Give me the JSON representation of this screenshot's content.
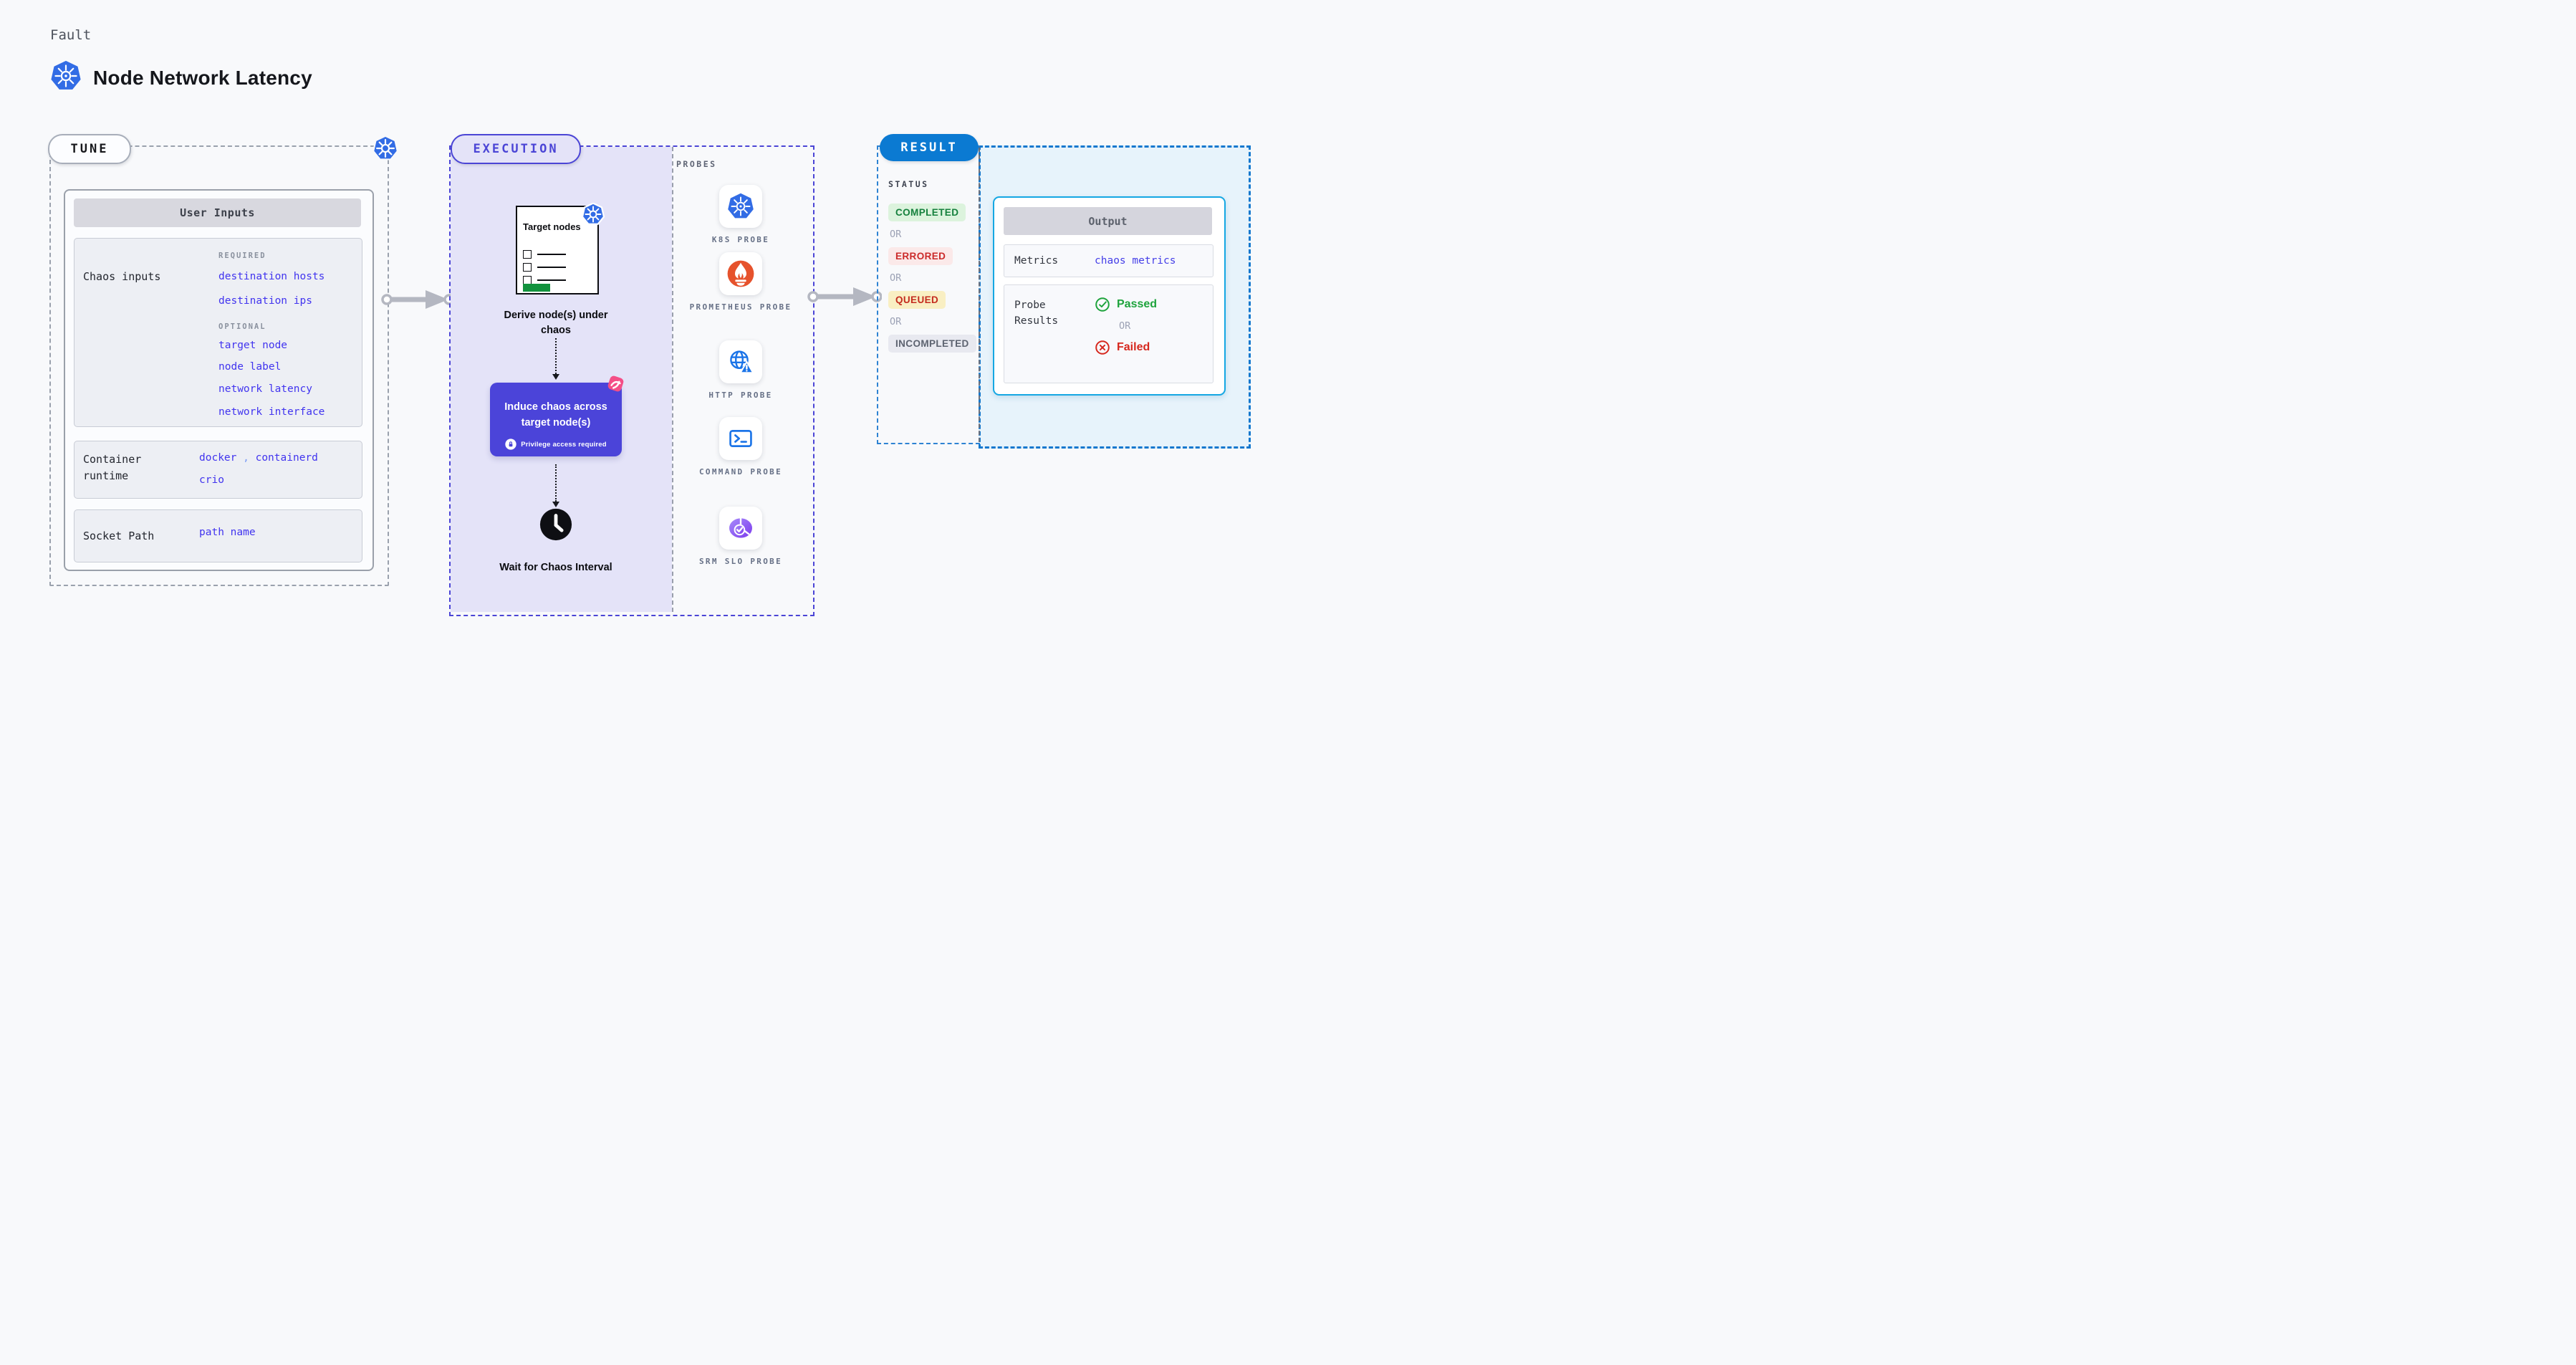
{
  "header": {
    "eyebrow": "Fault",
    "title": "Node Network Latency"
  },
  "tune": {
    "pill_label": "TUNE",
    "table_title": "User Inputs",
    "chaos_row": {
      "label": "Chaos inputs",
      "required_tag": "REQUIRED",
      "required_links": [
        "destination hosts",
        "destination ips"
      ],
      "optional_tag": "OPTIONAL",
      "optional_links": [
        "target node",
        "node label",
        "network latency",
        "network interface"
      ]
    },
    "runtime_row": {
      "label": "Container runtime",
      "values": [
        "docker",
        "containerd",
        "crio"
      ],
      "comma": ","
    },
    "socket_row": {
      "label": "Socket Path",
      "value": "path name"
    }
  },
  "execution": {
    "pill_label": "EXECUTION",
    "target_card_title": "Target nodes",
    "derive_label": "Derive node(s) under chaos",
    "induce_label": "Induce chaos across target node(s)",
    "privilege_note": "Privilege access required",
    "wait_label": "Wait for Chaos Interval",
    "probes_heading": "PROBES",
    "probes": [
      {
        "label": "K8S PROBE",
        "icon": "kubernetes-icon"
      },
      {
        "label": "PROMETHEUS PROBE",
        "icon": "prometheus-icon"
      },
      {
        "label": "HTTP PROBE",
        "icon": "http-globe-icon"
      },
      {
        "label": "COMMAND PROBE",
        "icon": "terminal-icon"
      },
      {
        "label": "SRM SLO PROBE",
        "icon": "slo-pie-chart-icon"
      }
    ]
  },
  "result": {
    "pill_label": "RESULT",
    "status_heading": "STATUS",
    "or_label": "OR",
    "statuses": [
      {
        "label": "COMPLETED",
        "bg": "#DCF3DD",
        "color": "#15803D"
      },
      {
        "label": "ERRORED",
        "bg": "#FBE9E9",
        "color": "#CB2A2A"
      },
      {
        "label": "QUEUED",
        "bg": "#F9EFC3",
        "color": "#C42B1E"
      },
      {
        "label": "INCOMPLETED",
        "bg": "#E8E9F0",
        "color": "#5D6370"
      }
    ],
    "output": {
      "title": "Output",
      "metrics_label": "Metrics",
      "metrics_value": "chaos metrics",
      "probe_results_label": "Probe Results",
      "passed_label": "Passed",
      "or_label": "OR",
      "failed_label": "Failed"
    }
  },
  "colors": {
    "accent_indigo": "#4B45D6",
    "accent_blue": "#0B7AD2",
    "accent_cyan": "#15A7E3",
    "link_blue": "#4134EF",
    "lavender_bg": "#E4E3F8",
    "result_bg": "#E7F3FB",
    "passed_green": "#1EA33C",
    "failed_red": "#D6281E",
    "kubernetes_blue": "#326CE5",
    "prometheus_orange": "#E6522C",
    "chaos_pink": "#F44E87",
    "target_green": "#12923E"
  }
}
